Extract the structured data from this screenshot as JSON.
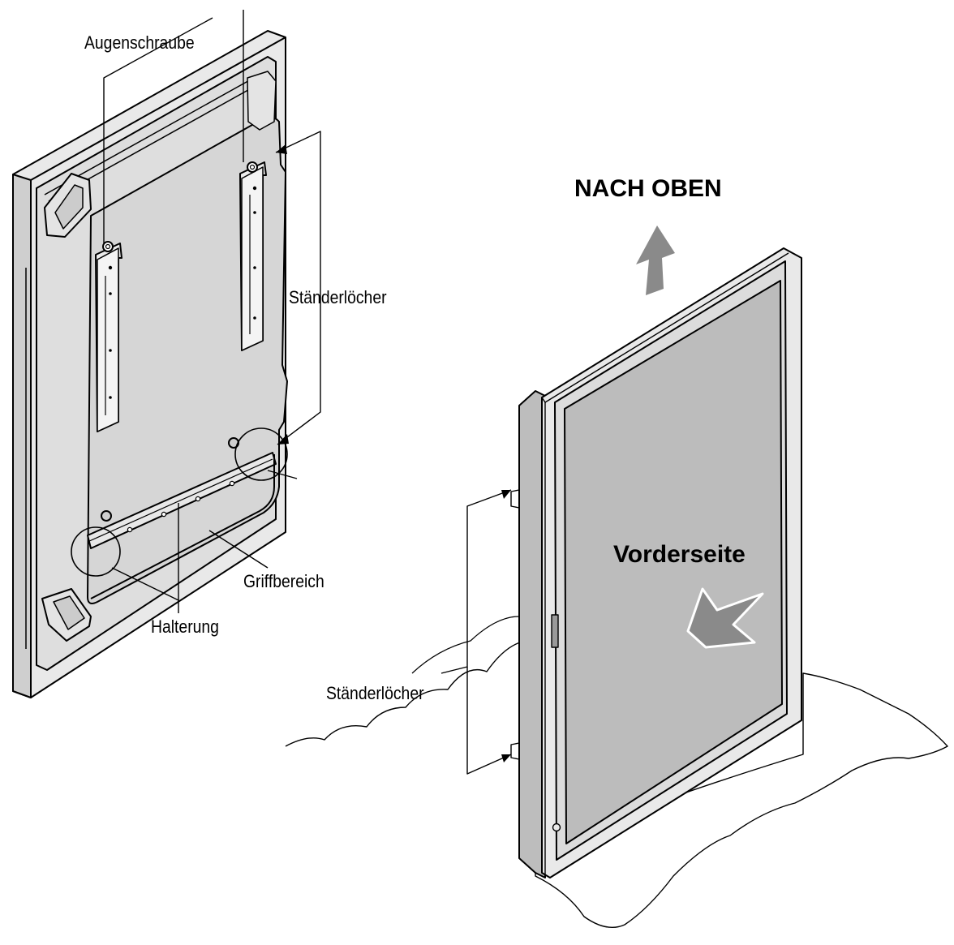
{
  "labels": {
    "eye_bolt": "Augenschraube",
    "stand_holes_top": "Ständerlöcher",
    "handle_area": "Griffbereich",
    "bracket": "Halterung",
    "up": "NACH OBEN",
    "front": "Vorderseite",
    "stand_holes_bottom": "Ständerlöcher"
  },
  "colors": {
    "panel_gray": "#d6d6d6",
    "frame_light": "#ebebeb",
    "screen_gray": "#bcbcbc",
    "arrow_gray": "#8a8a8a",
    "line": "#000000"
  }
}
